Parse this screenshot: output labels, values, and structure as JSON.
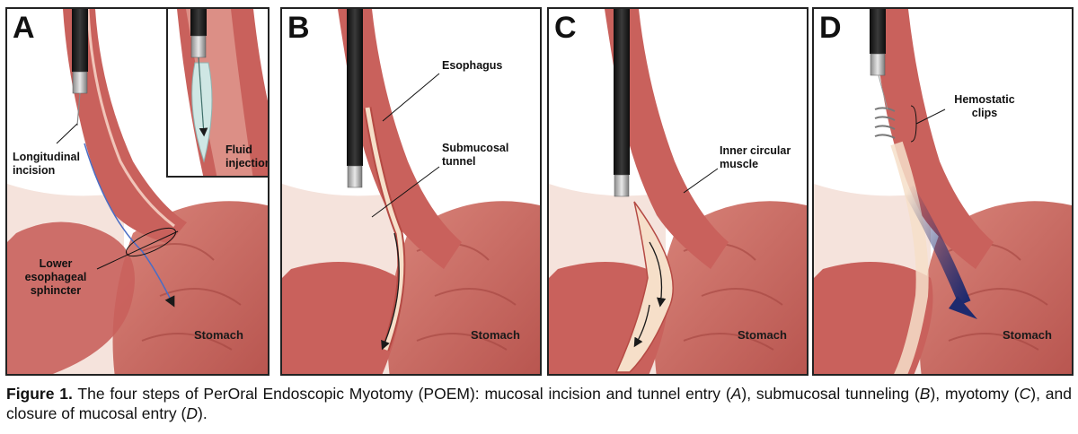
{
  "panels": [
    {
      "letter": "A",
      "labels": {
        "longitudinal_incision": [
          "Longitudinal",
          "incision"
        ],
        "les": [
          "Lower",
          "esophageal",
          "sphincter"
        ],
        "stomach": "Stomach"
      },
      "inset_label": [
        "Fluid",
        "injection"
      ]
    },
    {
      "letter": "B",
      "labels": {
        "esophagus": "Esophagus",
        "submucosal_tunnel": [
          "Submucosal",
          "tunnel"
        ],
        "stomach": "Stomach"
      }
    },
    {
      "letter": "C",
      "labels": {
        "inner_circular_muscle": [
          "Inner circular",
          "muscle"
        ],
        "stomach": "Stomach"
      }
    },
    {
      "letter": "D",
      "labels": {
        "hemostatic_clips": [
          "Hemostatic",
          "clips"
        ],
        "stomach": "Stomach"
      }
    }
  ],
  "caption": {
    "figure_label": "Figure 1.",
    "text_1": " The four steps of PerOral Endoscopic Myotomy (POEM): mucosal incision and tunnel entry (",
    "ref_a": "A",
    "text_2": "), submucosal tunneling (",
    "ref_b": "B",
    "text_3": "), myotomy (",
    "ref_c": "C",
    "text_4": "), and closure of mucosal entry (",
    "ref_d": "D",
    "text_5": ")."
  },
  "colors": {
    "muscle": "#c9615c",
    "muscle_light": "#dc8f86",
    "mucosa": "#e9b3a6",
    "skin": "#f4dcd3",
    "endoscope": "#1c1c1c",
    "tunnel": "#f6dfc9",
    "arrow_blue": "#1e2a6e"
  }
}
